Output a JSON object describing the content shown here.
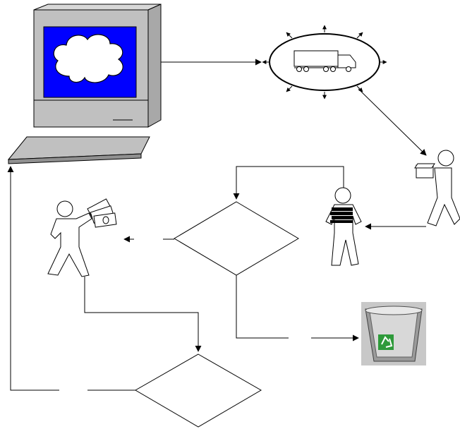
{
  "diagram": {
    "colors": {
      "screen_blue": "#0000ff",
      "monitor_gray": "#c0c0c0",
      "line": "#000000",
      "bin_green": "#2e9a3a",
      "bin_bg": "#c8c8c8"
    },
    "nodes": [
      {
        "id": "computer",
        "icon": "computer-icon"
      },
      {
        "id": "cloud",
        "icon": "cloud-icon"
      },
      {
        "id": "truck-hub",
        "icon": "delivery-truck-icon"
      },
      {
        "id": "courier",
        "icon": "person-carrying-package-icon"
      },
      {
        "id": "worker",
        "icon": "person-holding-books-icon"
      },
      {
        "id": "decision-1",
        "icon": "decision-diamond"
      },
      {
        "id": "payer",
        "icon": "person-holding-money-icon"
      },
      {
        "id": "recycle-bin",
        "icon": "recycle-bin-icon"
      },
      {
        "id": "decision-2",
        "icon": "decision-diamond"
      }
    ],
    "edges": [
      {
        "from": "computer",
        "to": "truck-hub"
      },
      {
        "from": "truck-hub",
        "to": "courier"
      },
      {
        "from": "courier",
        "to": "worker"
      },
      {
        "from": "worker",
        "to": "decision-1"
      },
      {
        "from": "decision-1",
        "to": "payer"
      },
      {
        "from": "decision-1",
        "to": "recycle-bin"
      },
      {
        "from": "payer",
        "to": "decision-2"
      },
      {
        "from": "decision-2",
        "to": "computer"
      }
    ]
  }
}
